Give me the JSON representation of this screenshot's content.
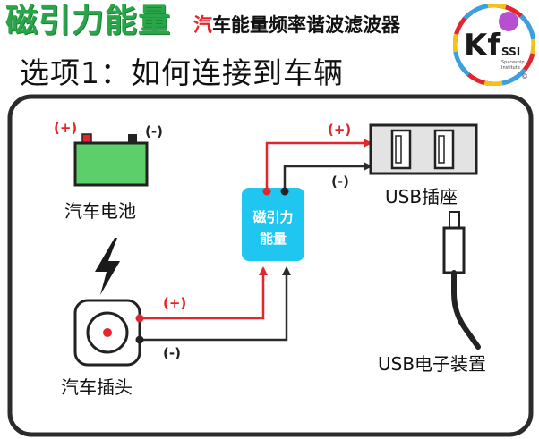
{
  "header": {
    "title": "磁引力能量",
    "subtitle_accent": "汽",
    "subtitle_rest": "车能量频率谐波滤波器"
  },
  "option_title": "选项1：如何连接到车辆",
  "logo": {
    "letters": "Kf",
    "ssi": "SSI",
    "tagline_1": "Spaceship",
    "tagline_2": "Institute",
    "mark": "©"
  },
  "diagram": {
    "battery": {
      "label": "汽车电池",
      "plus": "(+)",
      "minus": "(-)"
    },
    "plug": {
      "label": "汽车插头",
      "plus": "(+)",
      "minus": "(-)"
    },
    "energy_box": {
      "line1": "磁引力",
      "line2": "能量"
    },
    "usb_socket": {
      "label": "USB插座",
      "plus": "(+)",
      "minus": "(-)"
    },
    "usb_device": {
      "label": "USB电子装置"
    }
  },
  "colors": {
    "title_green": "#2aa64a",
    "wire_red": "#e3262d",
    "wire_dark": "#2b2b2b",
    "battery_green": "#5ccf6b",
    "box_cyan": "#1ec6f0",
    "socket_gray": "#e3e3e3"
  },
  "icons": [
    "lightning-icon",
    "battery-icon",
    "car-plug-icon",
    "usb-socket-icon",
    "usb-cable-icon"
  ]
}
